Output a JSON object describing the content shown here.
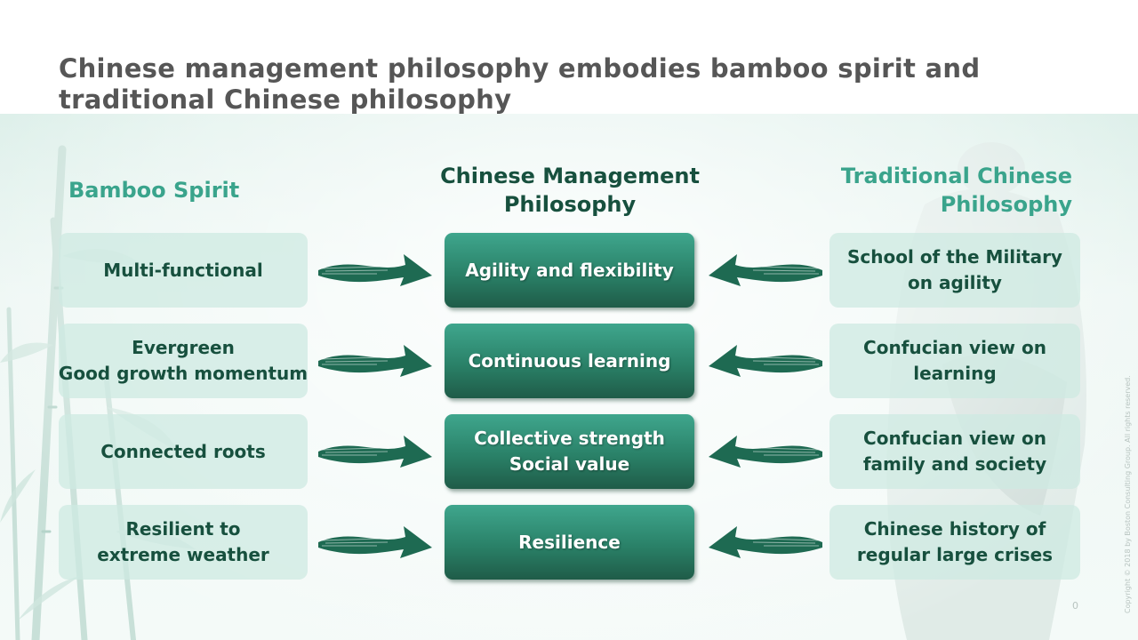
{
  "title": "Chinese management philosophy embodies bamboo spirit and traditional Chinese philosophy",
  "columns": {
    "left_header": "Bamboo Spirit",
    "middle_header": "Chinese Management\nPhilosophy",
    "right_header": "Traditional Chinese\nPhilosophy"
  },
  "rows": [
    {
      "left": "Multi-functional",
      "middle": "Agility and flexibility",
      "right": "School of the Military\non agility"
    },
    {
      "left": "Evergreen\nGood growth momentum",
      "middle": "Continuous learning",
      "right": "Confucian view on\nlearning"
    },
    {
      "left": "Connected roots",
      "middle": "Collective strength\nSocial value",
      "right": "Confucian view on\nfamily and society"
    },
    {
      "left": "Resilient to\nextreme weather",
      "middle": "Resilience",
      "right": "Chinese history of\nregular large crises"
    }
  ],
  "footer": {
    "copyright": "Copyright © 2018 by Boston Consulting Group. All rights reserved.",
    "page_number": "0"
  },
  "icons": [
    "bamboo-illustration",
    "philosopher-figure-illustration",
    "brush-arrow-icon"
  ],
  "colors": {
    "title_gray": "#565656",
    "accent_teal": "#3aa48c",
    "dark_green": "#17503e",
    "box_mint": "#cdeae1"
  }
}
